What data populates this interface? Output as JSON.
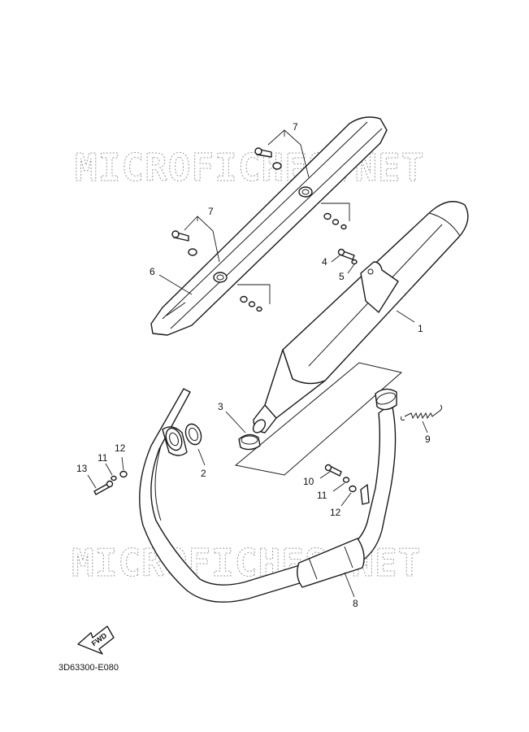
{
  "watermark": "MICROFICHES.NET",
  "diagram_code": "3D63300-E080",
  "fwd_label": "FWD",
  "callouts": {
    "c1": "1",
    "c2": "2",
    "c3": "3",
    "c4": "4",
    "c5": "5",
    "c6": "6",
    "c7a": "7",
    "c7b": "7",
    "c8": "8",
    "c9": "9",
    "c10": "10",
    "c11a": "11",
    "c11b": "11",
    "c12a": "12",
    "c12b": "12",
    "c13": "13"
  }
}
